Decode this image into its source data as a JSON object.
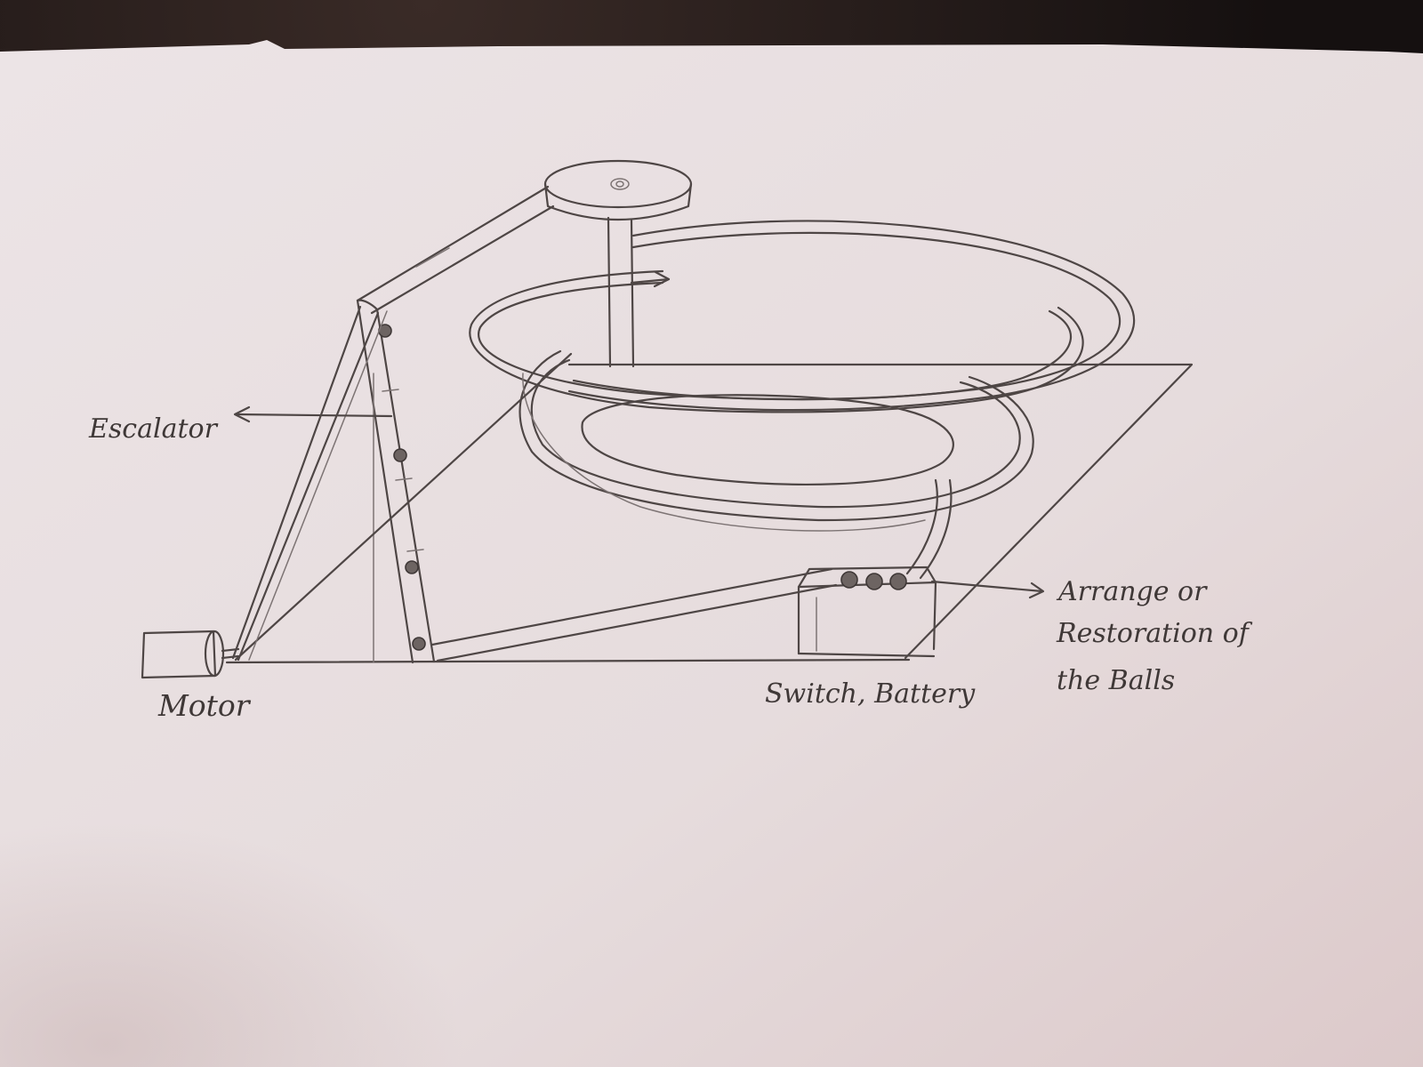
{
  "labels": {
    "escalator": "Escalator",
    "motor": "Motor",
    "switch_battery": "Switch, Battery",
    "arrange_line1": "Arrange or",
    "arrange_line2": "Restoration of",
    "arrange_line3": "the Balls"
  },
  "colors": {
    "paper": "#ebe2e3",
    "pencil": "#4e4645",
    "background": "#1c1614"
  }
}
